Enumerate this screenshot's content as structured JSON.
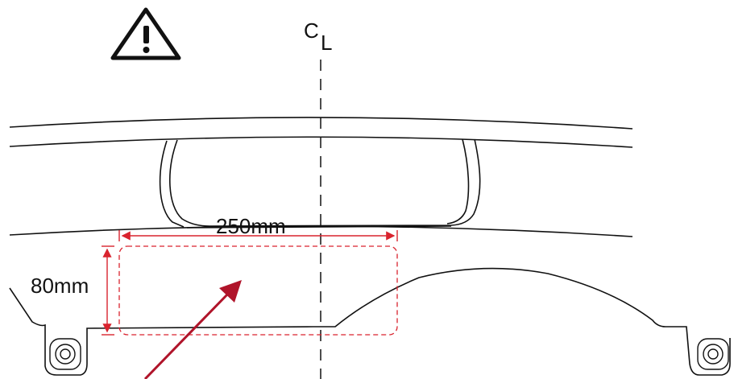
{
  "labels": {
    "centerline_c": "C",
    "centerline_l": "L",
    "width": "250mm",
    "height": "80mm"
  },
  "icons": {
    "warning": "warning-triangle-icon",
    "arrow": "pointer-arrow-icon",
    "mount_left": "bolt-mount-icon",
    "mount_right": "bolt-mount-icon"
  },
  "colors": {
    "line": "#111111",
    "dimension": "#d9232e",
    "arrow": "#b0142a"
  }
}
